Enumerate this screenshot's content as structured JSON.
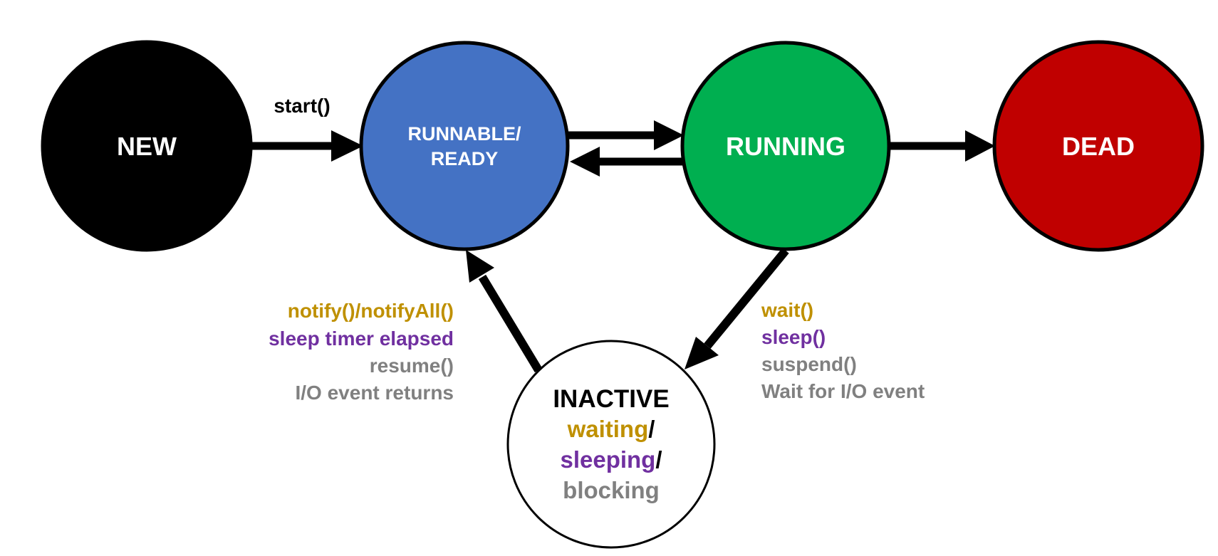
{
  "colors": {
    "new": "#000000",
    "runnable": "#4472C4",
    "running": "#00AF50",
    "dead": "#C00000",
    "inactive": "#FFFFFF",
    "outline": "#000000",
    "notify": "#BF9000",
    "sleep": "#7030A0",
    "other": "#808080"
  },
  "states": {
    "new": "NEW",
    "runnable_line1": "RUNNABLE/",
    "runnable_line2": "READY",
    "running": "RUNNING",
    "dead": "DEAD",
    "inactive_title": "INACTIVE",
    "inactive_waiting": "waiting",
    "inactive_sleeping": "sleeping",
    "inactive_blocking": "blocking",
    "slash": "/"
  },
  "transitions": {
    "start": "start()",
    "to_inactive": {
      "wait": "wait()",
      "sleep": "sleep()",
      "suspend": "suspend()",
      "io": "Wait for I/O event"
    },
    "to_runnable": {
      "notify": "notify()/notifyAll()",
      "sleep_elapsed": "sleep timer elapsed",
      "resume": "resume()",
      "io": "I/O event returns"
    }
  }
}
